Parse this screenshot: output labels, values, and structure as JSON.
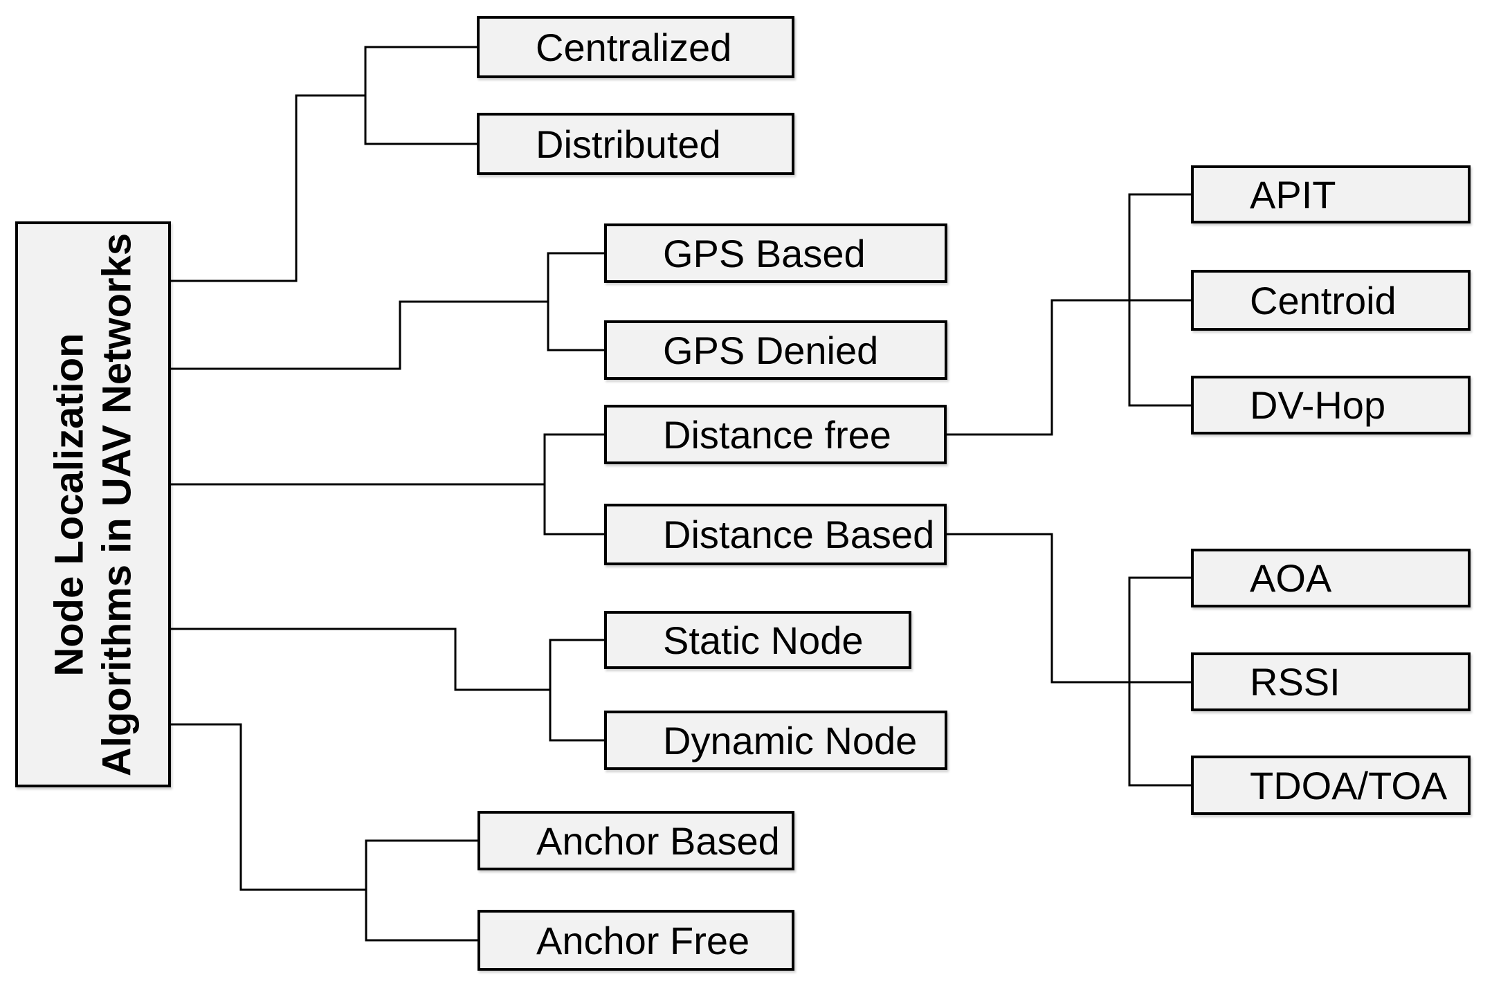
{
  "title": "Node Localization Algorithms in UAV Networks",
  "colors": {
    "background": "#ffffff",
    "box_fill": "#f2f2f2",
    "box_border": "#000000",
    "connector": "#000000",
    "text": "#000000"
  },
  "root": {
    "line1": "Node Localization",
    "line2": "Algorithms in UAV Networks"
  },
  "level1": {
    "centralized": {
      "label": "Centralized"
    },
    "distributed": {
      "label": "Distributed"
    },
    "gps_based": {
      "label": "GPS Based"
    },
    "gps_denied": {
      "label": "GPS Denied"
    },
    "distance_free": {
      "label": "Distance free"
    },
    "distance_based": {
      "label": "Distance Based"
    },
    "static_node": {
      "label": "Static Node"
    },
    "dynamic_node": {
      "label": "Dynamic Node"
    },
    "anchor_based": {
      "label": "Anchor Based"
    },
    "anchor_free": {
      "label": "Anchor Free"
    }
  },
  "level2": {
    "apit": {
      "label": "APIT"
    },
    "centroid": {
      "label": "Centroid"
    },
    "dv_hop": {
      "label": "DV-Hop"
    },
    "aoa": {
      "label": "AOA"
    },
    "rssi": {
      "label": "RSSI"
    },
    "tdoa_toa": {
      "label": "TDOA/TOA"
    }
  },
  "hierarchy": {
    "root_child_pairs": [
      [
        "Centralized",
        "Distributed"
      ],
      [
        "GPS Based",
        "GPS Denied"
      ],
      [
        "Distance free",
        "Distance Based"
      ],
      [
        "Static Node",
        "Dynamic Node"
      ],
      [
        "Anchor Based",
        "Anchor Free"
      ]
    ],
    "distance_free_children": [
      "APIT",
      "Centroid",
      "DV-Hop"
    ],
    "distance_based_children": [
      "AOA",
      "RSSI",
      "TDOA/TOA"
    ]
  }
}
